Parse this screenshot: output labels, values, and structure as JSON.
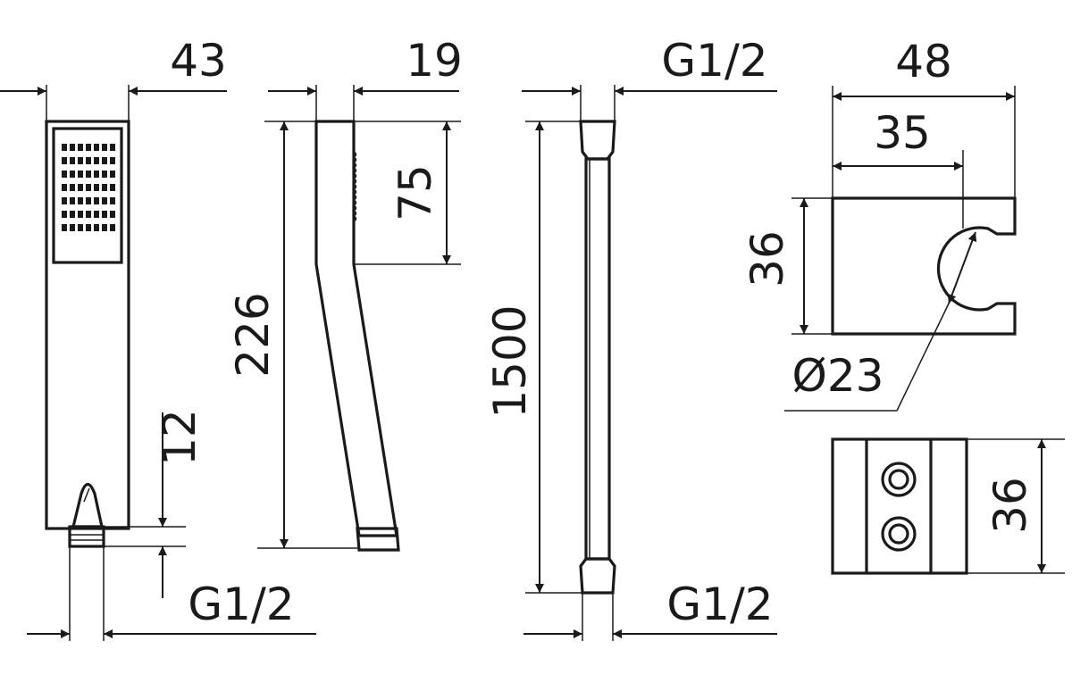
{
  "dimensions": {
    "handshower_width": "43",
    "handshower_depth": "19",
    "handshower_length": "226",
    "spray_face_length": "75",
    "outlet_length": "12",
    "handshower_thread": "G1/2",
    "hose_top_thread": "G1/2",
    "hose_bottom_thread": "G1/2",
    "hose_length": "1500",
    "holder_width": "48",
    "holder_center": "35",
    "holder_height_side": "36",
    "holder_bore": "Ø23",
    "holder_height_front": "36"
  }
}
